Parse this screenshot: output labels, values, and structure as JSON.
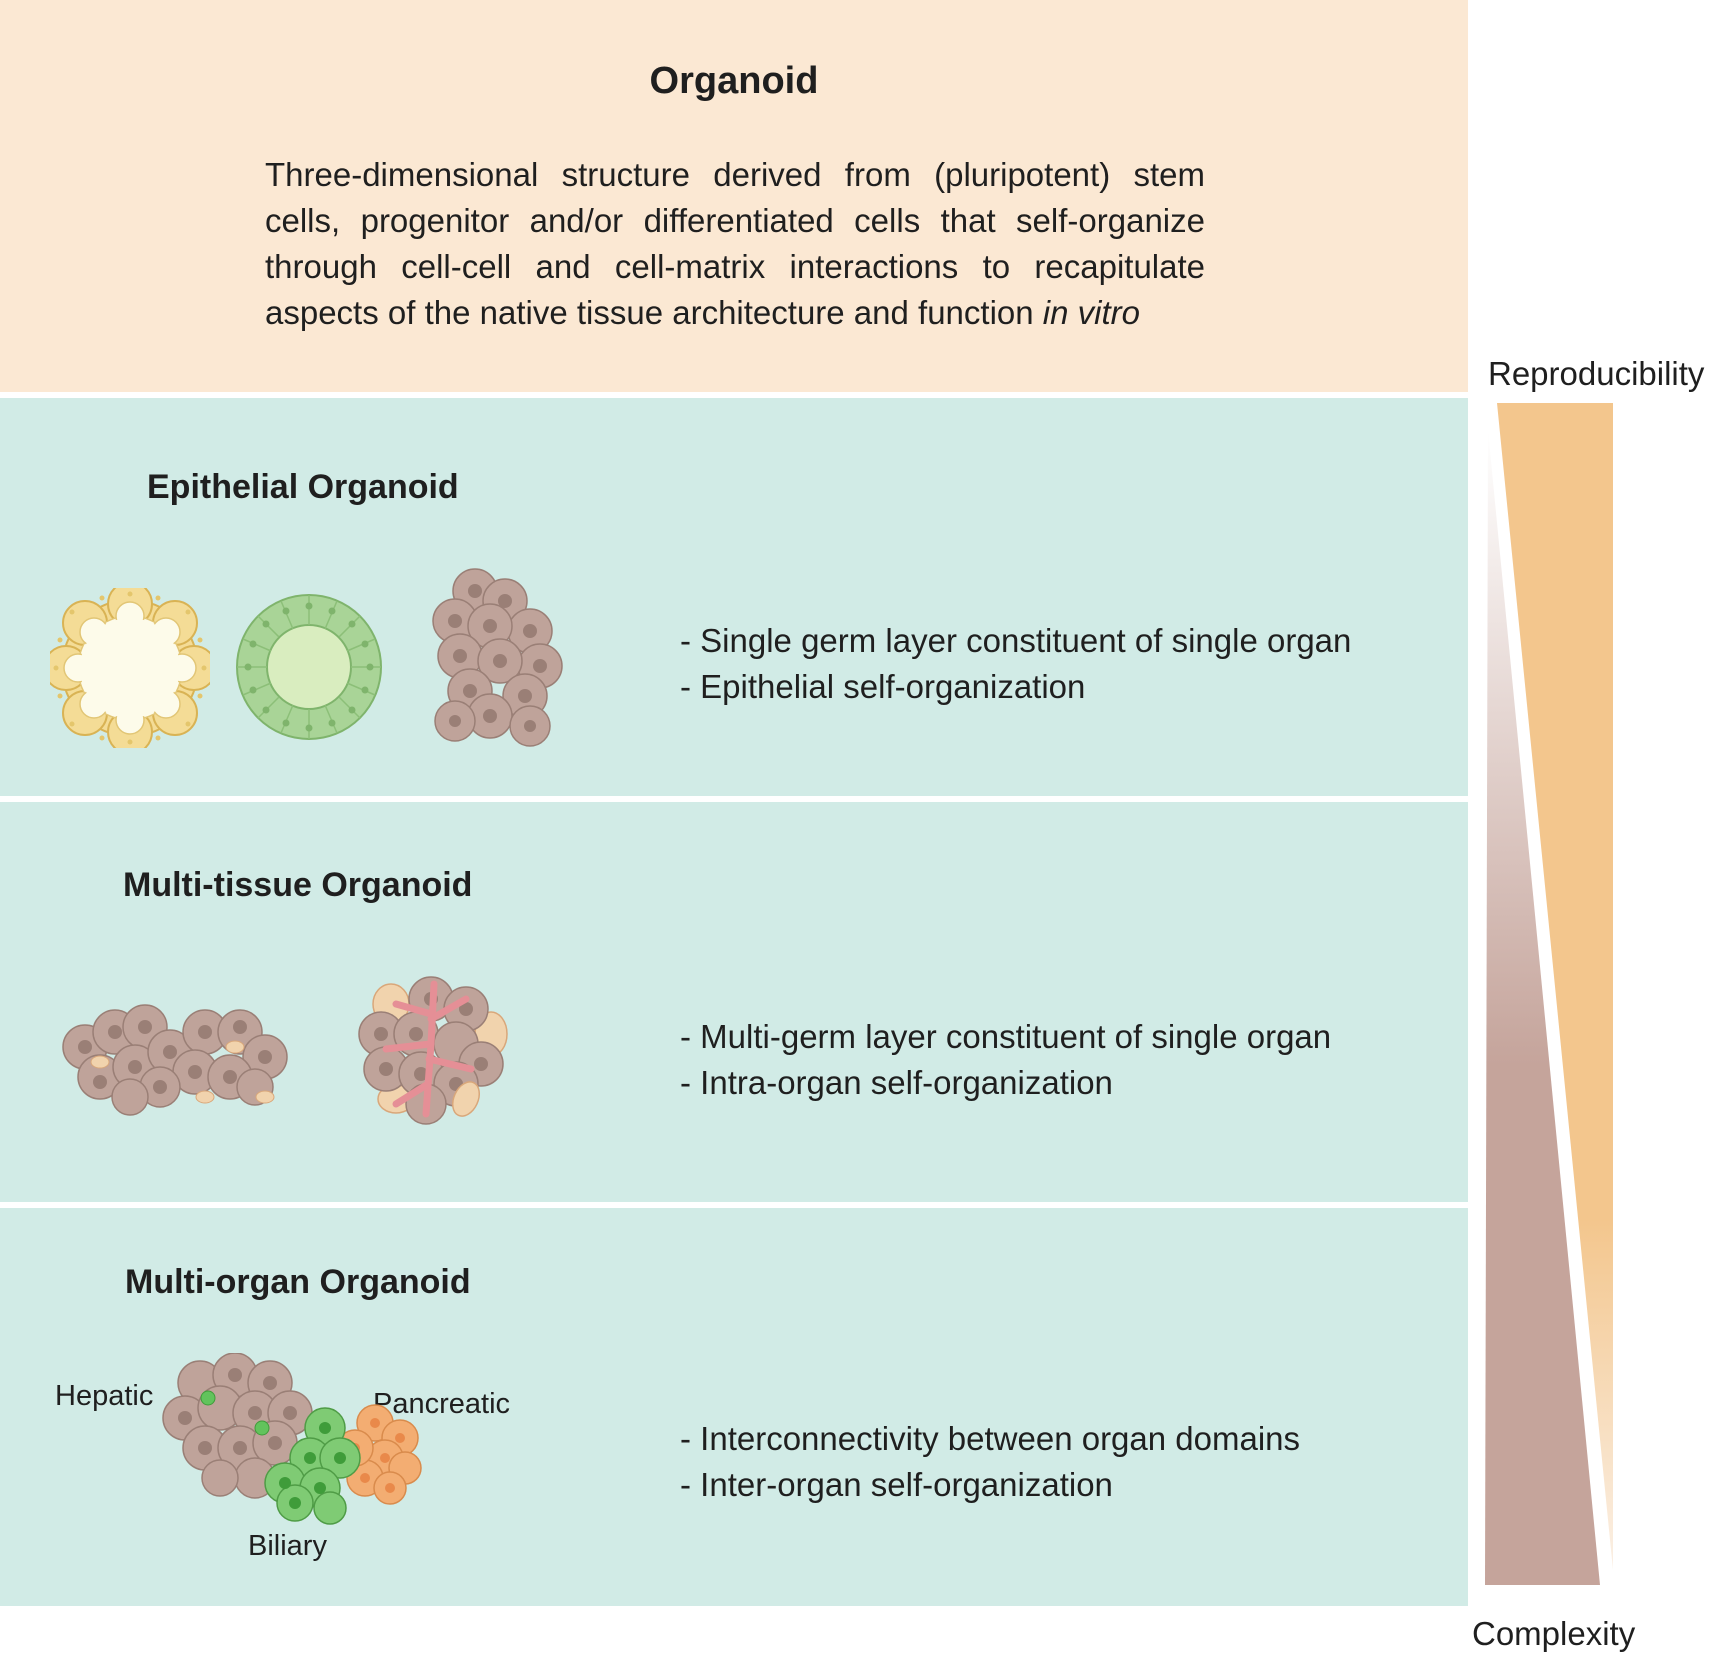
{
  "definition": {
    "title": "Organoid",
    "text_before": "Three-dimensional structure derived from (pluripotent) stem cells, progenitor and/or differentiated cells that self-organize through cell-cell and cell-matrix interactions to recapitulate aspects of the native tissue architecture and function ",
    "text_italic": "in vitro"
  },
  "sections": [
    {
      "title": "Epithelial Organoid",
      "bullets": [
        "Single germ layer constituent of single organ",
        "Epithelial self-organization"
      ]
    },
    {
      "title": "Multi-tissue Organoid",
      "bullets": [
        "Multi-germ layer constituent of single organ",
        "Intra-organ self-organization"
      ]
    },
    {
      "title": "Multi-organ Organoid",
      "bullets": [
        "Interconnectivity between organ domains",
        "Inter-organ self-organization"
      ],
      "region_labels": {
        "hepatic": "Hepatic",
        "pancreatic": "Pancreatic",
        "biliary": "Biliary"
      }
    }
  ],
  "gradient": {
    "top_label": "Reproducibility",
    "bottom_label": "Complexity",
    "reproducibility_color": "#f3c68d",
    "complexity_color": "#c5a49b"
  },
  "colors": {
    "definition_bg": "#fbe8d3",
    "section_bg": "#d1ebe6",
    "cell_brown": "#bfa39a",
    "cell_nucleus": "#9a7f76",
    "epithelial_green": "#a9d497",
    "hepatic_marker_green": "#62c35c",
    "pancreatic_orange": "#f3ad72",
    "vessel_pink": "#e58f96",
    "cyst_yellow": "#f2dc9a"
  }
}
